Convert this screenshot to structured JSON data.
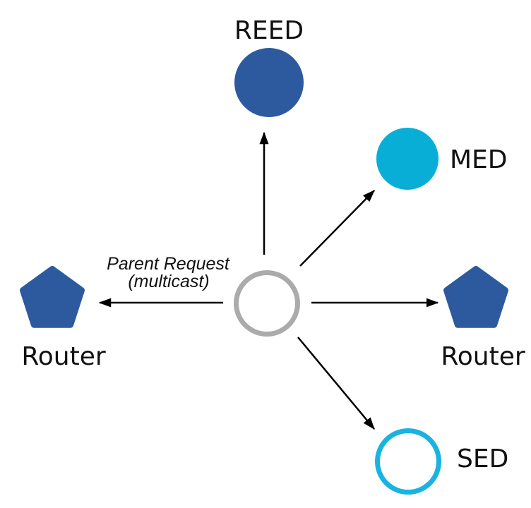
{
  "colors": {
    "dark_blue": "#2d5a9e",
    "med_cyan": "#09aed6",
    "sed_cyan": "#18b3e3",
    "center_gray": "#ababab",
    "arrow_black": "#000000",
    "label_text": "#111111"
  },
  "annotation": {
    "line1": "Parent Request",
    "line2": "(multicast)"
  },
  "nodes": {
    "reed": {
      "label": "REED"
    },
    "med": {
      "label": "MED"
    },
    "router_left": {
      "label": "Router"
    },
    "router_right": {
      "label": "Router"
    },
    "sed": {
      "label": "SED"
    },
    "center": {
      "label": ""
    }
  }
}
